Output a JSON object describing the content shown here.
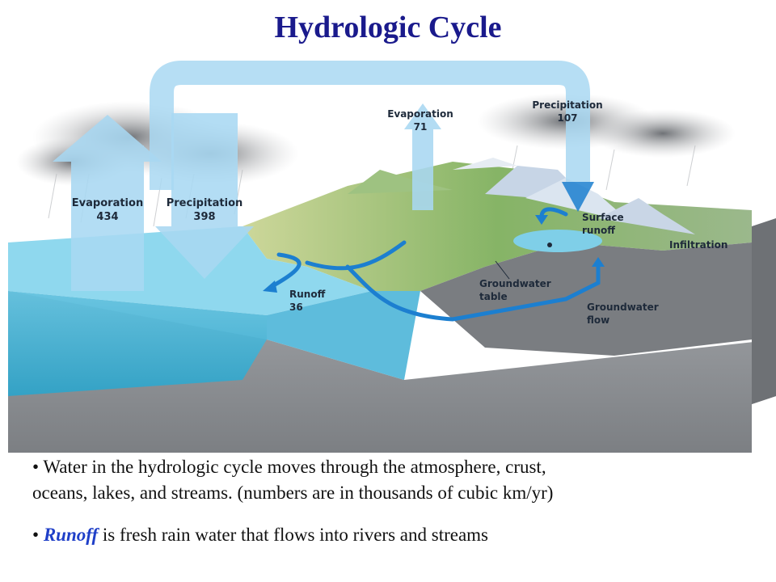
{
  "title": "Hydrologic Cycle",
  "labels": {
    "ocean_evaporation": {
      "name": "Evaporation",
      "value": "434"
    },
    "ocean_precipitation": {
      "name": "Precipitation",
      "value": "398"
    },
    "land_evaporation": {
      "name": "Evaporation",
      "value": "71"
    },
    "land_precipitation": {
      "name": "Precipitation",
      "value": "107"
    },
    "runoff": {
      "name": "Runoff",
      "value": "36"
    },
    "surface_runoff": {
      "line1": "Surface",
      "line2": "runoff"
    },
    "infiltration": "Infiltration",
    "groundwater_table": {
      "line1": "Groundwater",
      "line2": "table"
    },
    "groundwater_flow": {
      "line1": "Groundwater",
      "line2": "flow"
    }
  },
  "bullets": {
    "first": {
      "marker": "•",
      "line1": "Water in the hydrologic cycle moves through the atmosphere, crust,",
      "line2": "oceans, lakes, and streams. (numbers are in thousands of cubic km/yr)"
    },
    "second": {
      "marker": "•",
      "term": "Runoff",
      "text": " is fresh rain water that flows into rivers and streams"
    }
  },
  "colors": {
    "title": "#1a1a8c",
    "term": "#1f3fc8",
    "arrow_light": "#a9d8f2",
    "arrow_dark": "#1c7fd0",
    "ocean": "#5bc0de",
    "land": "#8db86b",
    "rock": "#8f9296"
  }
}
